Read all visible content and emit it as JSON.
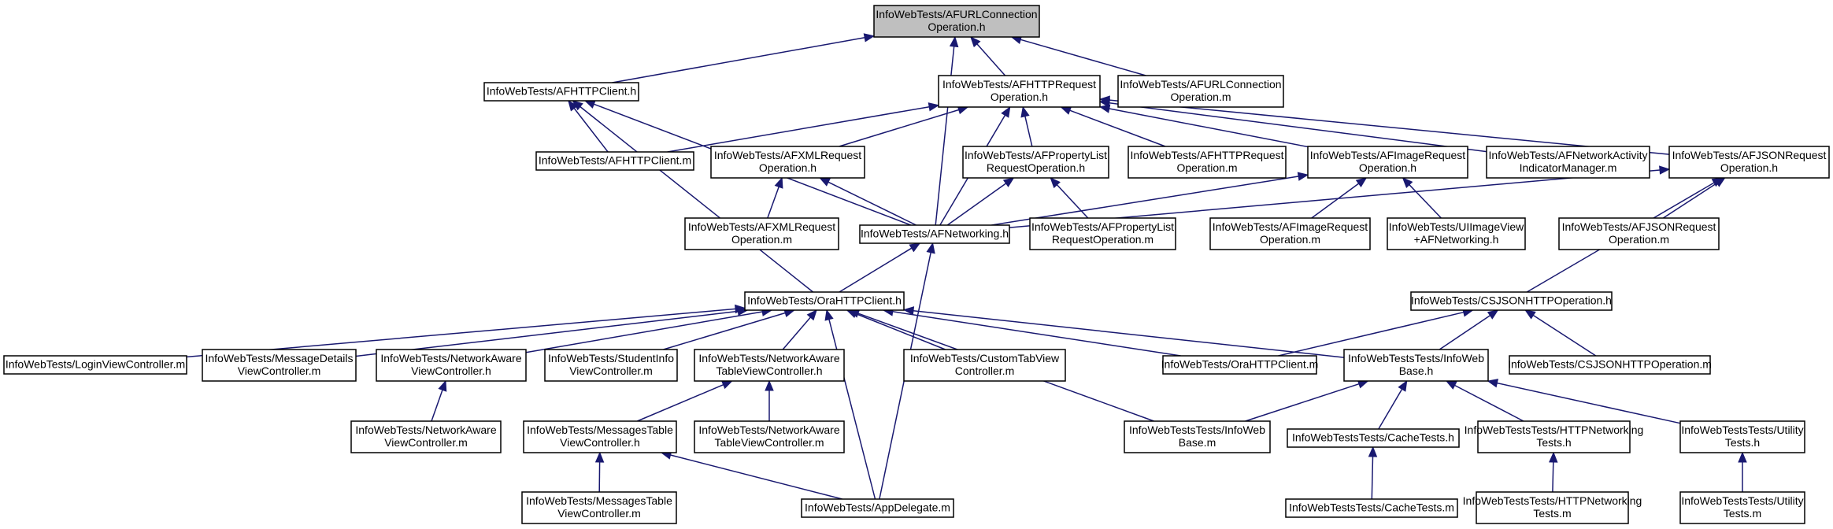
{
  "diagram": {
    "root": "n0",
    "colors": {
      "edge": "#191970",
      "node_border": "#000000",
      "root_fill": "#bfbfbf",
      "node_fill": "#ffffff"
    },
    "nodes": [
      {
        "id": "n0",
        "lines": [
          "InfoWebTests/AFURLConnection",
          "Operation.h"
        ]
      },
      {
        "id": "n1",
        "lines": [
          "InfoWebTests/AFHTTPClient.h"
        ]
      },
      {
        "id": "n2",
        "lines": [
          "InfoWebTests/AFHTTPRequest",
          "Operation.h"
        ]
      },
      {
        "id": "n3",
        "lines": [
          "InfoWebTests/AFURLConnection",
          "Operation.m"
        ]
      },
      {
        "id": "n4",
        "lines": [
          "InfoWebTests/AFHTTPClient.m"
        ]
      },
      {
        "id": "n5",
        "lines": [
          "InfoWebTests/AFXMLRequest",
          "Operation.h"
        ]
      },
      {
        "id": "n6",
        "lines": [
          "InfoWebTests/AFPropertyList",
          "RequestOperation.h"
        ]
      },
      {
        "id": "n7",
        "lines": [
          "InfoWebTests/AFHTTPRequest",
          "Operation.m"
        ]
      },
      {
        "id": "n8",
        "lines": [
          "InfoWebTests/AFImageRequest",
          "Operation.h"
        ]
      },
      {
        "id": "n9",
        "lines": [
          "InfoWebTests/AFNetworkActivity",
          "IndicatorManager.m"
        ]
      },
      {
        "id": "n10",
        "lines": [
          "InfoWebTests/AFJSONRequest",
          "Operation.h"
        ]
      },
      {
        "id": "n11",
        "lines": [
          "InfoWebTests/AFXMLRequest",
          "Operation.m"
        ]
      },
      {
        "id": "n12",
        "lines": [
          "InfoWebTests/AFNetworking.h"
        ]
      },
      {
        "id": "n13",
        "lines": [
          "InfoWebTests/AFPropertyList",
          "RequestOperation.m"
        ]
      },
      {
        "id": "n14",
        "lines": [
          "InfoWebTests/AFImageRequest",
          "Operation.m"
        ]
      },
      {
        "id": "n15",
        "lines": [
          "InfoWebTests/UIImageView",
          "+AFNetworking.h"
        ]
      },
      {
        "id": "n16",
        "lines": [
          "InfoWebTests/AFJSONRequest",
          "Operation.m"
        ]
      },
      {
        "id": "n17",
        "lines": [
          "InfoWebTests/OraHTTPClient.h"
        ]
      },
      {
        "id": "n18",
        "lines": [
          "InfoWebTests/CSJSONHTTPOperation.h"
        ]
      },
      {
        "id": "n19",
        "lines": [
          "InfoWebTests/LoginViewController.m"
        ]
      },
      {
        "id": "n20",
        "lines": [
          "InfoWebTests/MessageDetails",
          "ViewController.m"
        ]
      },
      {
        "id": "n21",
        "lines": [
          "InfoWebTests/NetworkAware",
          "ViewController.h"
        ]
      },
      {
        "id": "n22",
        "lines": [
          "InfoWebTests/StudentInfo",
          "ViewController.m"
        ]
      },
      {
        "id": "n23",
        "lines": [
          "InfoWebTests/NetworkAware",
          "TableViewController.h"
        ]
      },
      {
        "id": "n24",
        "lines": [
          "InfoWebTests/CustomTabView",
          "Controller.m"
        ]
      },
      {
        "id": "n25",
        "lines": [
          "InfoWebTests/OraHTTPClient.m"
        ]
      },
      {
        "id": "n26",
        "lines": [
          "InfoWebTestsTests/InfoWeb",
          "Base.h"
        ]
      },
      {
        "id": "n27",
        "lines": [
          "InfoWebTests/CSJSONHTTPOperation.m"
        ]
      },
      {
        "id": "n28",
        "lines": [
          "InfoWebTests/NetworkAware",
          "ViewController.m"
        ]
      },
      {
        "id": "n29",
        "lines": [
          "InfoWebTests/MessagesTable",
          "ViewController.h"
        ]
      },
      {
        "id": "n30",
        "lines": [
          "InfoWebTests/NetworkAware",
          "TableViewController.m"
        ]
      },
      {
        "id": "n31",
        "lines": [
          "InfoWebTestsTests/InfoWeb",
          "Base.m"
        ]
      },
      {
        "id": "n32",
        "lines": [
          "InfoWebTestsTests/CacheTests.h"
        ]
      },
      {
        "id": "n33",
        "lines": [
          "InfoWebTestsTests/HTTPNetworking",
          "Tests.h"
        ]
      },
      {
        "id": "n34",
        "lines": [
          "InfoWebTestsTests/Utility",
          "Tests.h"
        ]
      },
      {
        "id": "n35",
        "lines": [
          "InfoWebTests/MessagesTable",
          "ViewController.m"
        ]
      },
      {
        "id": "n36",
        "lines": [
          "InfoWebTests/AppDelegate.m"
        ]
      },
      {
        "id": "n37",
        "lines": [
          "InfoWebTestsTests/CacheTests.m"
        ]
      },
      {
        "id": "n38",
        "lines": [
          "InfoWebTestsTests/HTTPNetworking",
          "Tests.m"
        ]
      },
      {
        "id": "n39",
        "lines": [
          "InfoWebTestsTests/Utility",
          "Tests.m"
        ]
      }
    ],
    "edges": [
      {
        "from": "n1",
        "to": "n0"
      },
      {
        "from": "n2",
        "to": "n0"
      },
      {
        "from": "n3",
        "to": "n0"
      },
      {
        "from": "n12",
        "to": "n0"
      },
      {
        "from": "n4",
        "to": "n1"
      },
      {
        "from": "n12",
        "to": "n1"
      },
      {
        "from": "n17",
        "to": "n1"
      },
      {
        "from": "n4",
        "to": "n2"
      },
      {
        "from": "n5",
        "to": "n2"
      },
      {
        "from": "n6",
        "to": "n2"
      },
      {
        "from": "n7",
        "to": "n2"
      },
      {
        "from": "n8",
        "to": "n2"
      },
      {
        "from": "n9",
        "to": "n2"
      },
      {
        "from": "n10",
        "to": "n2"
      },
      {
        "from": "n12",
        "to": "n2"
      },
      {
        "from": "n11",
        "to": "n5"
      },
      {
        "from": "n12",
        "to": "n5"
      },
      {
        "from": "n12",
        "to": "n6"
      },
      {
        "from": "n13",
        "to": "n6"
      },
      {
        "from": "n12",
        "to": "n8"
      },
      {
        "from": "n14",
        "to": "n8"
      },
      {
        "from": "n15",
        "to": "n8"
      },
      {
        "from": "n12",
        "to": "n10"
      },
      {
        "from": "n16",
        "to": "n10"
      },
      {
        "from": "n18",
        "to": "n10"
      },
      {
        "from": "n17",
        "to": "n12"
      },
      {
        "from": "n36",
        "to": "n12"
      },
      {
        "from": "n19",
        "to": "n17"
      },
      {
        "from": "n20",
        "to": "n17"
      },
      {
        "from": "n21",
        "to": "n17"
      },
      {
        "from": "n22",
        "to": "n17"
      },
      {
        "from": "n23",
        "to": "n17"
      },
      {
        "from": "n24",
        "to": "n17"
      },
      {
        "from": "n25",
        "to": "n17"
      },
      {
        "from": "n26",
        "to": "n17"
      },
      {
        "from": "n31",
        "to": "n17"
      },
      {
        "from": "n36",
        "to": "n17"
      },
      {
        "from": "n25",
        "to": "n18"
      },
      {
        "from": "n26",
        "to": "n18"
      },
      {
        "from": "n27",
        "to": "n18"
      },
      {
        "from": "n28",
        "to": "n21"
      },
      {
        "from": "n29",
        "to": "n23"
      },
      {
        "from": "n30",
        "to": "n23"
      },
      {
        "from": "n31",
        "to": "n26"
      },
      {
        "from": "n32",
        "to": "n26"
      },
      {
        "from": "n33",
        "to": "n26"
      },
      {
        "from": "n34",
        "to": "n26"
      },
      {
        "from": "n35",
        "to": "n29"
      },
      {
        "from": "n36",
        "to": "n29"
      },
      {
        "from": "n37",
        "to": "n32"
      },
      {
        "from": "n38",
        "to": "n33"
      },
      {
        "from": "n39",
        "to": "n34"
      }
    ]
  }
}
